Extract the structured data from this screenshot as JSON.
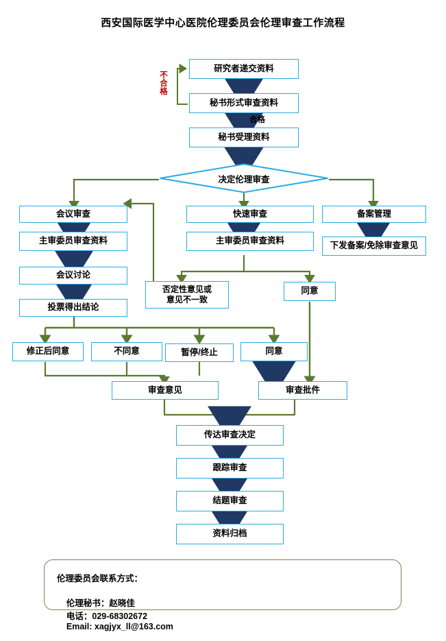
{
  "page": {
    "title": "西安国际医学中心医院伦理委员会伦理审查工作流程"
  },
  "colors": {
    "box_border": "#29ABE2",
    "arrow_navy": "#1F3864",
    "connector_olive": "#5B7A2E",
    "label_red": "#C00000",
    "footer_border": "#7F7F5A",
    "background": "#FFFFFF"
  },
  "flow": {
    "nodes": {
      "submit": "研究者递交资料",
      "formal_review": "秘书形式审查资料",
      "accept": "秘书受理资料",
      "decide": "决定伦理审查",
      "meeting_review": "会议审查",
      "fast_review": "快速审查",
      "filing_mgmt": "备案管理",
      "meeting_main_reviewer": "主审委员审查资料",
      "fast_main_reviewer": "主审委员审查资料",
      "filing_opinion": "下发备案/免除审查意见",
      "meeting_discuss": "会议讨论",
      "vote_conclusion": "投票得出结论",
      "negative_opinion": "否定性意见或\n意见不一致",
      "negative_opinion_line1": "否定性意见或",
      "negative_opinion_line2": "意见不一致",
      "fast_agree": "同意",
      "agree_after_revision": "修正后同意",
      "disagree": "不同意",
      "suspend_terminate": "暂停/终止",
      "vote_agree": "同意",
      "review_opinion": "审查意见",
      "review_approval": "审查批件",
      "convey_decision": "传达审查决定",
      "follow_up_review": "跟踪审查",
      "completion_review": "结题审查",
      "archive": "资料归档"
    },
    "edge_labels": {
      "unqualified": "不合格",
      "qualified": "合格"
    }
  },
  "footer": {
    "line1": "伦理委员会联系方式：",
    "secretary_label": "伦理秘书：赵晓佳",
    "phone_label": "电话：029-68302672",
    "email_label": "Email: xagjyx_ll@163.com"
  }
}
